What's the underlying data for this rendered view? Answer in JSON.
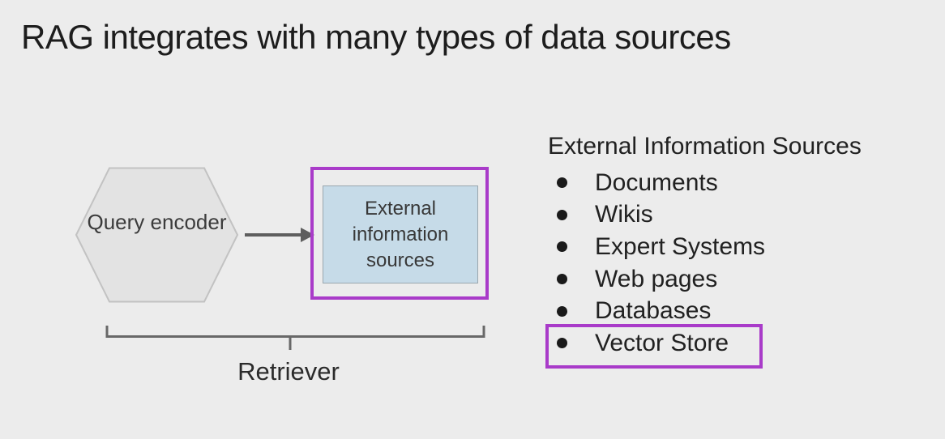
{
  "title": "RAG integrates with many types of data sources",
  "colors": {
    "background": "#ECECEC",
    "accent_purple": "#A93BC9",
    "blue_box_fill": "#C6DBE8",
    "hexagon_fill": "#E3E3E3",
    "hexagon_stroke": "#C2C2C2",
    "arrow_gray": "#5E5E5E",
    "bracket_gray": "#686868",
    "text_dark": "#212121"
  },
  "diagram": {
    "query_encoder_label": "Query encoder",
    "external_box_label": "External information sources",
    "retriever_label": "Retriever"
  },
  "sources_panel": {
    "heading": "External Information Sources",
    "items": [
      {
        "label": "Documents",
        "highlighted": false
      },
      {
        "label": "Wikis",
        "highlighted": false
      },
      {
        "label": "Expert Systems",
        "highlighted": false
      },
      {
        "label": "Web pages",
        "highlighted": false
      },
      {
        "label": "Databases",
        "highlighted": false
      },
      {
        "label": "Vector Store",
        "highlighted": true
      }
    ]
  }
}
